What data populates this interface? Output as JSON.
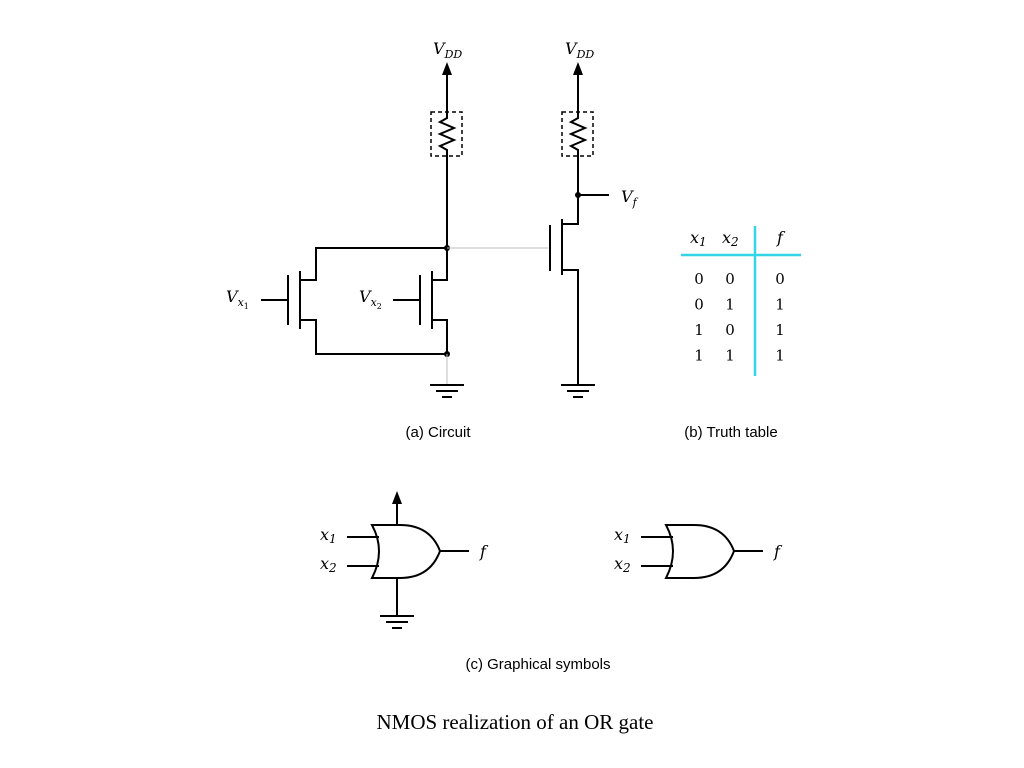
{
  "labels": {
    "vdd_main": "V",
    "vdd_sub": "DD",
    "vf_main": "V",
    "vf_sub": "f",
    "vx_main": "V",
    "vx_sub": "x",
    "x_main": "x",
    "idx_1": "1",
    "idx_2": "2",
    "f": "f"
  },
  "truth_table": {
    "headers": [
      "x",
      "x",
      "f"
    ],
    "header_subs": [
      "1",
      "2",
      ""
    ],
    "rows": [
      [
        "0",
        "0",
        "0"
      ],
      [
        "0",
        "1",
        "1"
      ],
      [
        "1",
        "0",
        "1"
      ],
      [
        "1",
        "1",
        "1"
      ]
    ]
  },
  "captions": {
    "circuit": "(a) Circuit",
    "truth_table": "(b) Truth table",
    "symbols": "(c) Graphical symbols"
  },
  "title": "NMOS realization of an OR gate",
  "colors": {
    "truth_table_lines": "#33d6e6",
    "connection_wire": "#bdbdbd"
  }
}
